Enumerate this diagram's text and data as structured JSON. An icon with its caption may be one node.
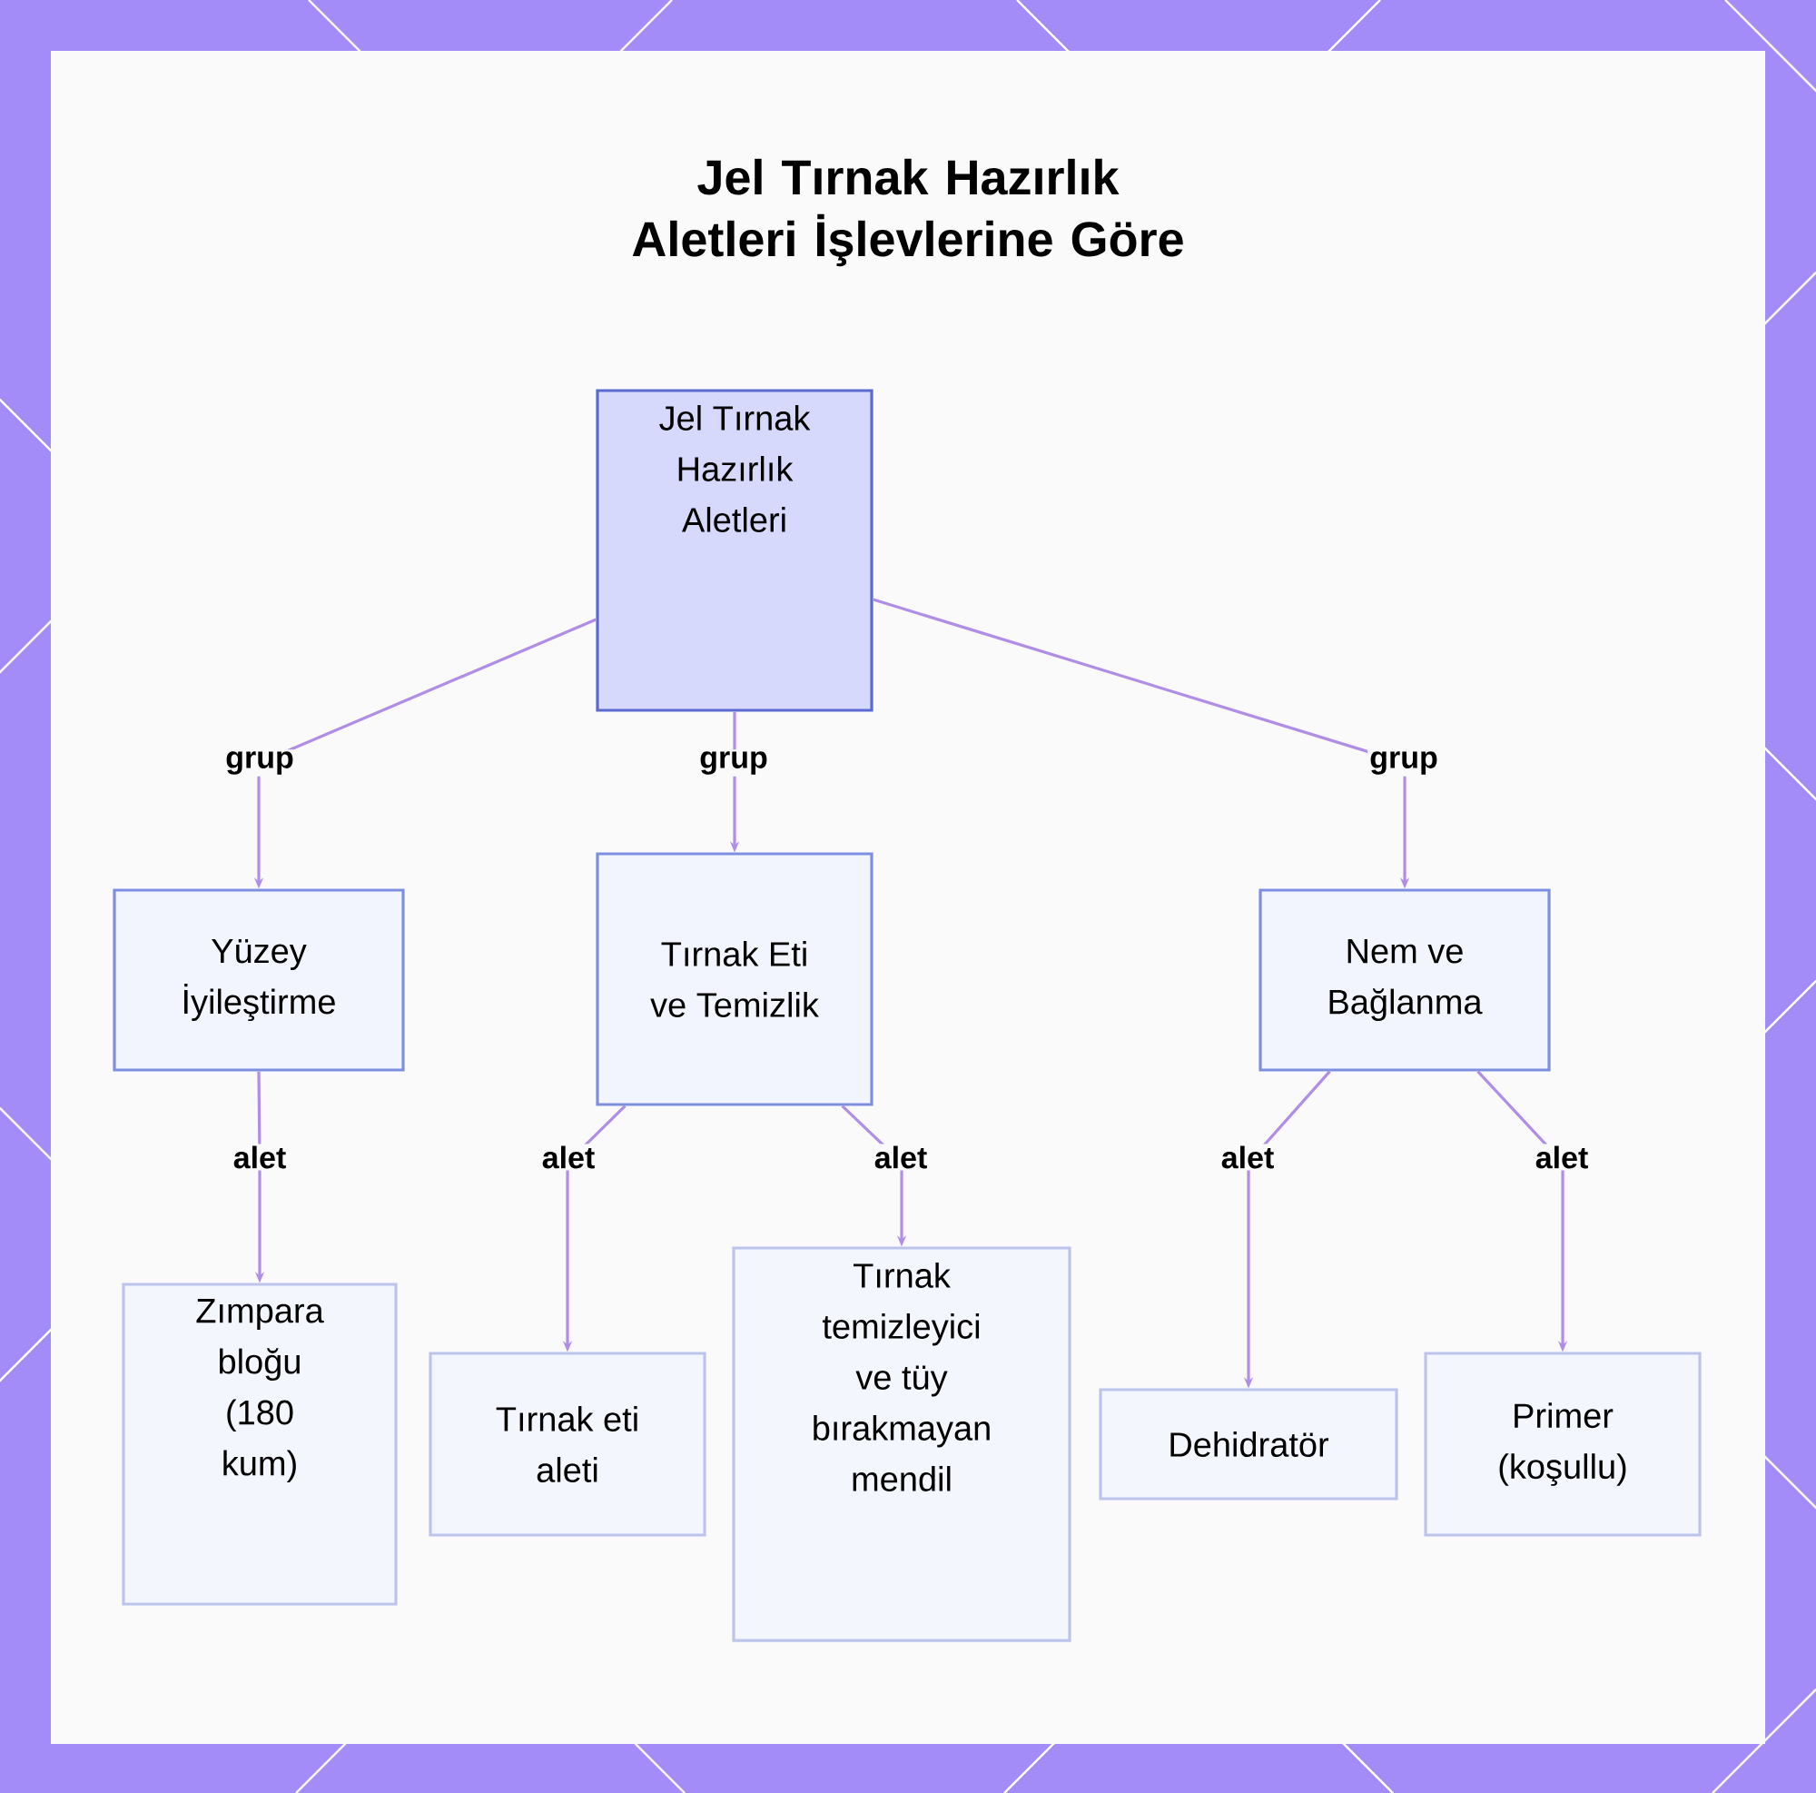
{
  "diagram": {
    "title": "Jel Tırnak Hazırlık Aletleri İşlevlerine Göre",
    "nodes": [
      {
        "text": [
          "Jel Tırnak Hazırlık Aletleri"
        ]
      },
      {
        "text": [
          "Yüzey İyileştirme"
        ]
      },
      {
        "text": [
          "Tırnak Eti ve Temizlik"
        ]
      },
      {
        "text": [
          "Nem ve Bağlanma"
        ]
      },
      {
        "text": [
          "Zımpara bloğu (180 kum)"
        ]
      },
      {
        "text": [
          "Tırnak eti aleti"
        ]
      },
      {
        "text": [
          "Tırnak temizleyici ve tüy bırakmayan mendil"
        ]
      },
      {
        "text": [
          "Dehidratör"
        ]
      },
      {
        "text": [
          "Primer (koşullu)"
        ]
      }
    ],
    "edges": [
      {
        "from": 0,
        "to": 1,
        "arrow": "to",
        "label": "grup"
      },
      {
        "from": 0,
        "to": 2,
        "arrow": "to",
        "label": "grup"
      },
      {
        "from": 0,
        "to": 3,
        "arrow": "to",
        "label": "grup"
      },
      {
        "from": 1,
        "to": 4,
        "arrow": "to",
        "label": "alet"
      },
      {
        "from": 2,
        "to": 5,
        "arrow": "to",
        "label": "alet"
      },
      {
        "from": 2,
        "to": 6,
        "arrow": "to",
        "label": "alet"
      },
      {
        "from": 3,
        "to": 7,
        "arrow": "to",
        "label": "alet"
      },
      {
        "from": 3,
        "to": 8,
        "arrow": "to",
        "label": "alet"
      }
    ]
  }
}
